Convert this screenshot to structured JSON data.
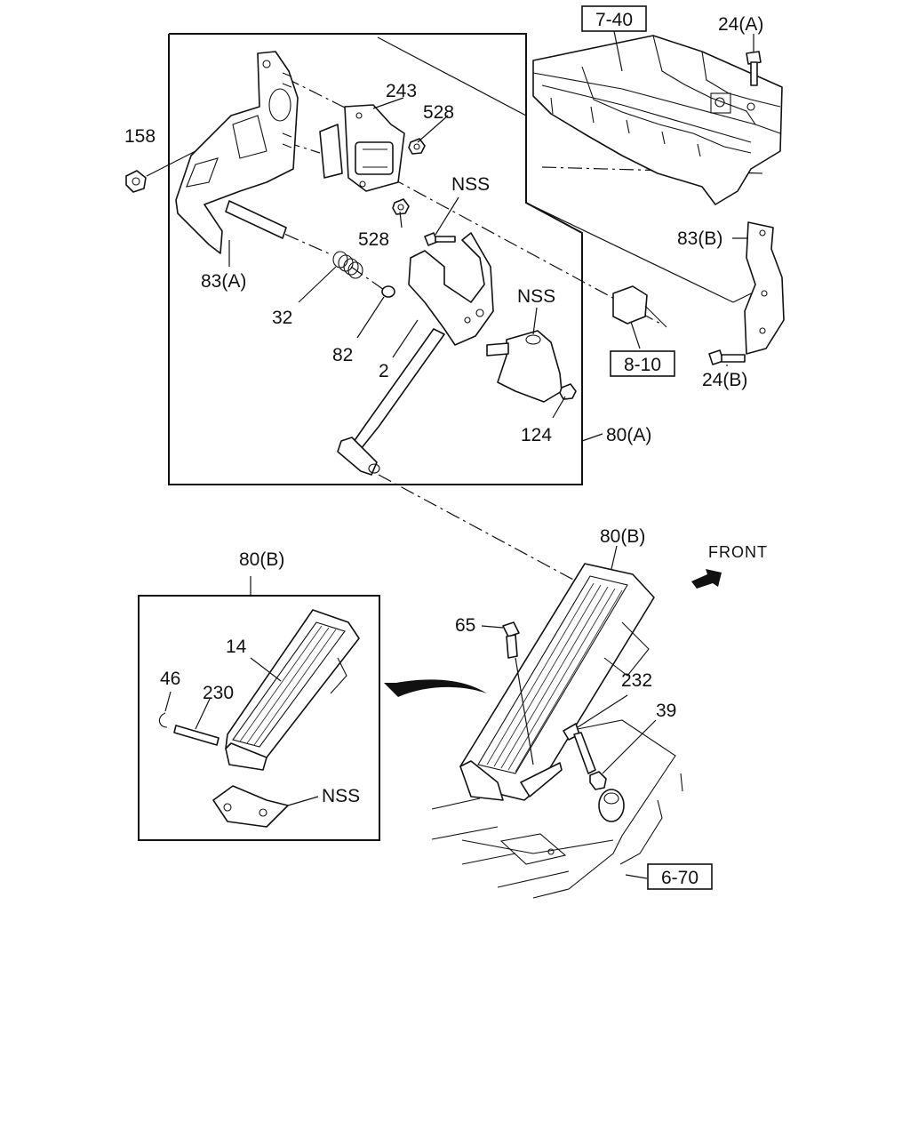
{
  "diagram": {
    "callouts": {
      "ref_7_40": "7-40",
      "ref_8_10": "8-10",
      "ref_6_70": "6-70",
      "p24a": "24(A)",
      "p24b": "24(B)",
      "p83a": "83(A)",
      "p83b": "83(B)",
      "p243": "243",
      "p528_top": "528",
      "p528_bottom": "528",
      "p158": "158",
      "nss_top": "NSS",
      "nss_mid": "NSS",
      "nss_inset": "NSS",
      "p32": "32",
      "p82": "82",
      "p2": "2",
      "p124": "124",
      "p80a": "80(A)",
      "p80b_main": "80(B)",
      "p80b_inset": "80(B)",
      "p65": "65",
      "p232": "232",
      "p39": "39",
      "p14": "14",
      "p46": "46",
      "p230": "230",
      "front": "FRONT"
    }
  }
}
